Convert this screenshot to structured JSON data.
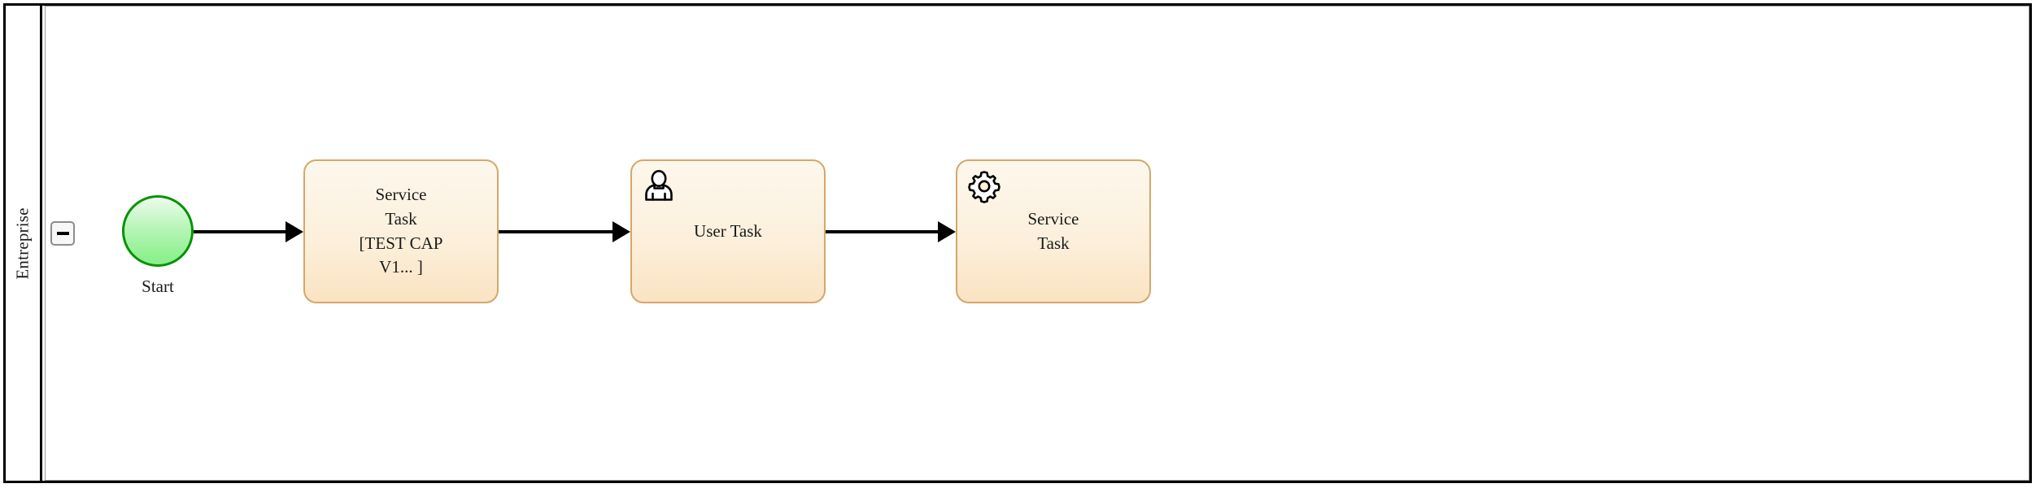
{
  "diagram": {
    "type": "bpmn-process",
    "pool": {
      "name": "Entreprise",
      "collapse_button_label": "−",
      "border_color": "#000000",
      "background_color": "#ffffff"
    },
    "style": {
      "task_fill_top": "#fdf7ec",
      "task_fill_bottom": "#fae3c2",
      "task_border": "#d3a86a",
      "event_fill_top": "#ecfcec",
      "event_fill_bottom": "#86ef86",
      "event_border": "#069206",
      "connector_color": "#000000",
      "text_color": "#1a1a1a"
    },
    "nodes": [
      {
        "id": "start",
        "kind": "start-event",
        "label": "Start",
        "icon": "none"
      },
      {
        "id": "task-1",
        "kind": "service-task",
        "label": "Service\nTask\n[TEST CAP\nV1... ]",
        "icon": "none"
      },
      {
        "id": "task-2",
        "kind": "user-task",
        "label": "User Task",
        "icon": "user-icon"
      },
      {
        "id": "task-3",
        "kind": "service-task",
        "label": "Service\nTask",
        "icon": "gear-icon"
      }
    ],
    "connectors": [
      {
        "id": "conn-1",
        "from": "start",
        "to": "task-1",
        "arrow": "filled-triangle"
      },
      {
        "id": "conn-2",
        "from": "task-1",
        "to": "task-2",
        "arrow": "filled-triangle"
      },
      {
        "id": "conn-3",
        "from": "task-2",
        "to": "task-3",
        "arrow": "filled-triangle"
      }
    ]
  }
}
